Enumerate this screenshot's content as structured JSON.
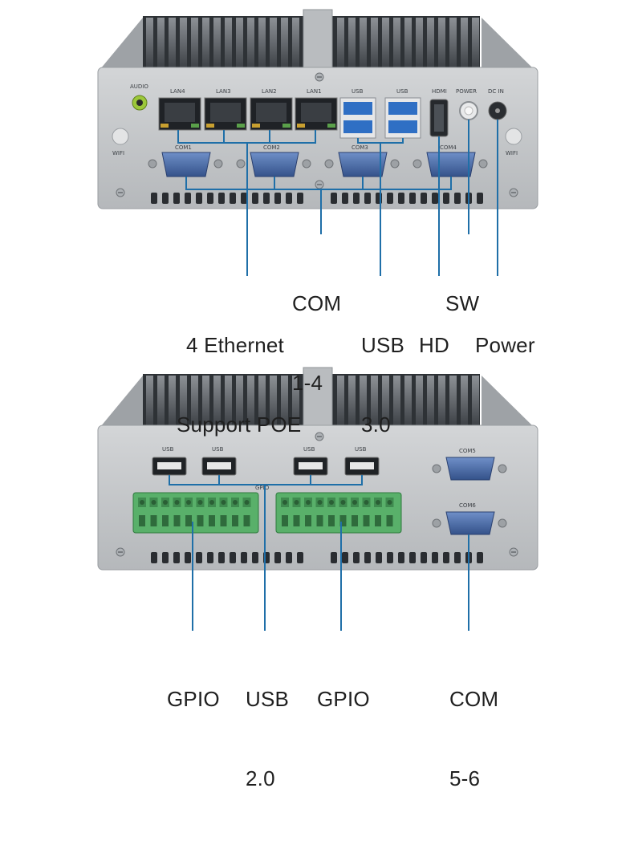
{
  "front_panel": {
    "port_labels": {
      "audio": "AUDIO",
      "lan": [
        "LAN4",
        "LAN3",
        "LAN2",
        "LAN1"
      ],
      "usb": [
        "USB",
        "USB"
      ],
      "hdmi": "HDMI",
      "power": "POWER",
      "dc_in": "DC IN",
      "wifi_left": "WIFI",
      "wifi_right": "WIFI",
      "com": [
        "COM1",
        "COM2",
        "COM3",
        "COM4"
      ]
    },
    "callouts": {
      "com": [
        "COM",
        "1-4"
      ],
      "sw": [
        "SW"
      ],
      "ethernet": [
        "4 Ethernet",
        "Support POE"
      ],
      "usb3": [
        "USB",
        "3.0"
      ],
      "hd": [
        "HD"
      ],
      "power": [
        "Power"
      ]
    }
  },
  "rear_panel": {
    "port_labels": {
      "usb": [
        "USB",
        "USB",
        "USB",
        "USB"
      ],
      "gpio": "GPIO",
      "com": [
        "COM5",
        "COM6"
      ]
    },
    "callouts": {
      "gpio_left": [
        "GPIO"
      ],
      "usb2": [
        "USB",
        "2.0"
      ],
      "gpio_right": [
        "GPIO"
      ],
      "com": [
        "COM",
        "5-6"
      ]
    }
  },
  "colors": {
    "leader_line": "#1f6fa8",
    "chassis": "#c2c4c6",
    "heatsink": "#4a4e53",
    "usb3_blue": "#2f6fc4",
    "serial_blue": "#3b5c98",
    "terminal_green": "#59b06a"
  }
}
